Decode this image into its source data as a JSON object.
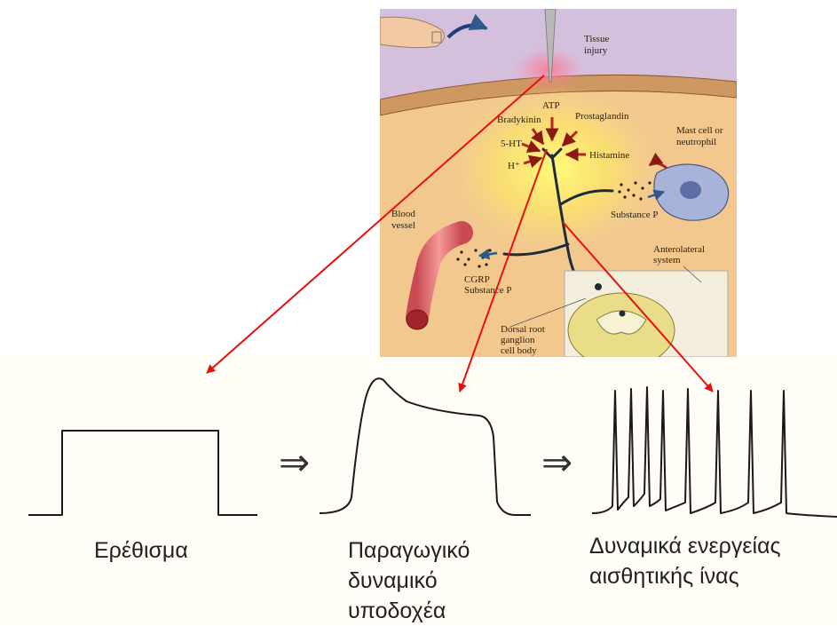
{
  "illustration": {
    "labels": {
      "tissue_injury": [
        "Tissue",
        "injury"
      ],
      "atp": "ATP",
      "bradykinin": "Bradykinin",
      "prostaglandin": "Prostaglandin",
      "five_ht": "5-HT",
      "histamine": "Histamine",
      "h_plus": "H⁺",
      "mast_cell": [
        "Mast cell or",
        "neutrophil"
      ],
      "substance_p": "Substance P",
      "blood_vessel": [
        "Blood",
        "vessel"
      ],
      "cgrp": [
        "CGRP",
        "Substance P"
      ],
      "anterolateral": [
        "Anterolateral",
        "system"
      ],
      "dorsal_root": [
        "Dorsal root",
        "ganglion",
        "cell body"
      ]
    }
  },
  "panels": {
    "stimulus": {
      "caption_lines": [
        "Ερέθισμα"
      ]
    },
    "receptor_potential": {
      "caption_lines": [
        "Παραγωγικό",
        "δυναμικό",
        "υποδοχέα"
      ]
    },
    "action_potentials": {
      "caption_lines": [
        "Δυναμικά ενεργείας",
        "αισθητικής ίνας"
      ]
    }
  },
  "implies_symbol": "⇒",
  "colors": {
    "arrow_red": "#e8100c",
    "trace": "#1a1a1a"
  }
}
